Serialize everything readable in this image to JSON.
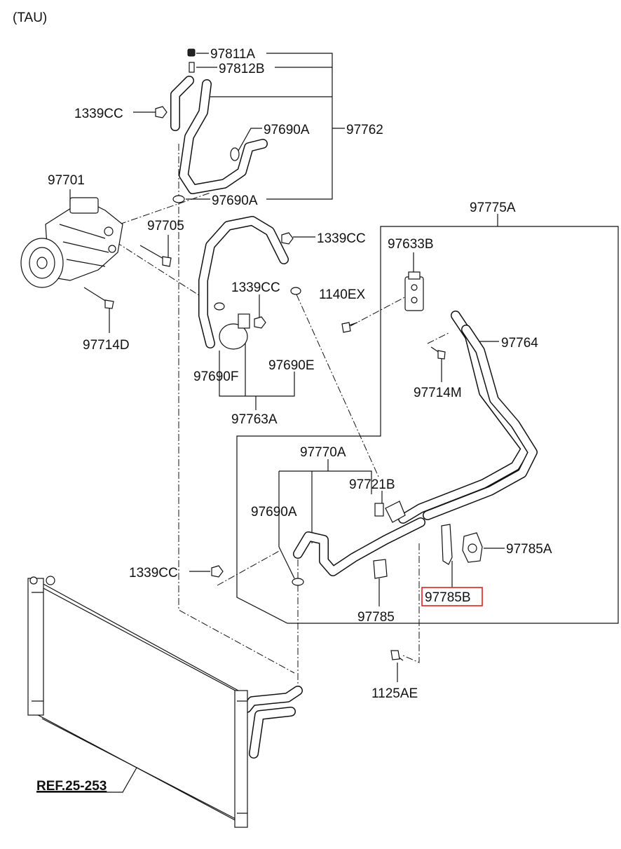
{
  "header": {
    "variant": "(TAU)"
  },
  "labels": {
    "p97811A": "97811A",
    "p97812B": "97812B",
    "p1339CC_top": "1339CC",
    "p97690A_top": "97690A",
    "p97762": "97762",
    "p97690A_mid": "97690A",
    "p97701": "97701",
    "p97705": "97705",
    "p97714D": "97714D",
    "p97775A": "97775A",
    "p1339CC_mid": "1339CC",
    "p97633B": "97633B",
    "p1339CC_inner": "1339CC",
    "p1140EX": "1140EX",
    "p97764": "97764",
    "p97714M": "97714M",
    "p97690F": "97690F",
    "p97690E": "97690E",
    "p97763A": "97763A",
    "p97770A": "97770A",
    "p97721B": "97721B",
    "p97690A_low": "97690A",
    "p97785A": "97785A",
    "p1339CC_low": "1339CC",
    "p97785B": "97785B",
    "p97785": "97785",
    "p1125AE": "1125AE",
    "ref": "REF.25-253"
  },
  "colors": {
    "highlight_box": "#e02020",
    "line": "#111111",
    "background": "#ffffff"
  },
  "icons": [
    "compressor-icon",
    "condenser-icon",
    "expansion-valve-icon",
    "bolt-icon",
    "nut-icon",
    "o-ring-icon",
    "clamp-icon",
    "bracket-icon"
  ]
}
